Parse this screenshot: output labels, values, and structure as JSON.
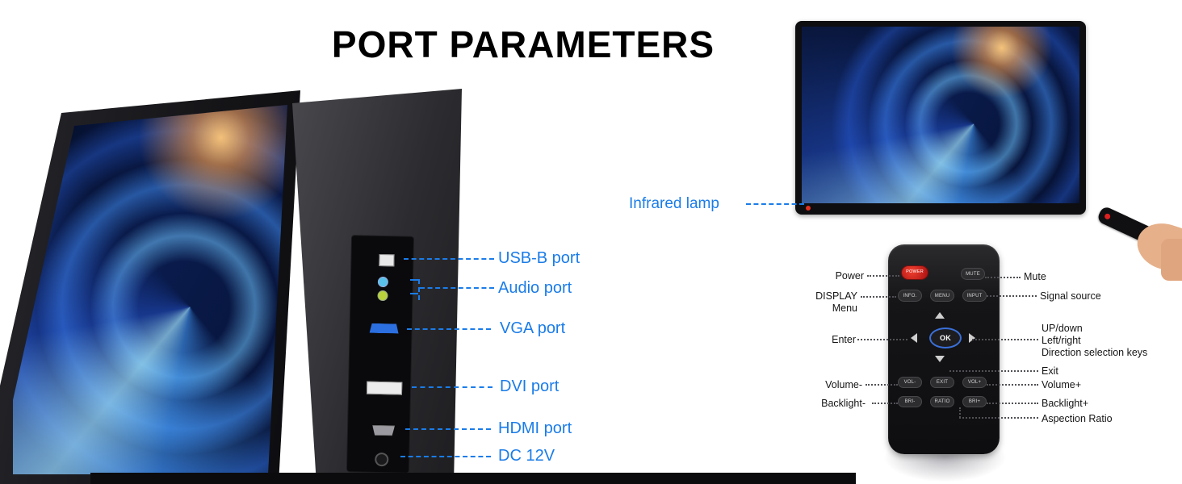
{
  "title": "PORT PARAMETERS",
  "colors": {
    "accent_blue": "#1a7ce8",
    "power_button_red": "#c01515",
    "remote_body": "#151517"
  },
  "port_labels": [
    "USB-B port",
    "Audio port",
    "VGA port",
    "DVI port",
    "HDMI port",
    "DC 12V"
  ],
  "infrared_label": "Infrared lamp",
  "remote_buttons": {
    "power": "POWER",
    "mute": "MUTE",
    "info": "INFO.",
    "menu": "MENU",
    "input": "INPUT",
    "ok": "OK",
    "vol_minus": "VOL-",
    "exit": "EXIT",
    "vol_plus": "VOL+",
    "bri_minus": "BRI-",
    "ratio": "RATIO",
    "bri_plus": "BRI+"
  },
  "remote_annotations": {
    "power": "Power",
    "display": "DISPLAY",
    "menu": "Menu",
    "enter": "Enter",
    "volume_minus": "Volume-",
    "backlight_minus": "Backlight-",
    "mute": "Mute",
    "signal_source": "Signal source",
    "up_down": "UP/down",
    "left_right": "Left/right",
    "direction_keys": "Direction selection keys",
    "exit": "Exit",
    "volume_plus": "Volume+",
    "backlight_plus": "Backlight+",
    "aspect_ratio": "Aspection Ratio"
  }
}
